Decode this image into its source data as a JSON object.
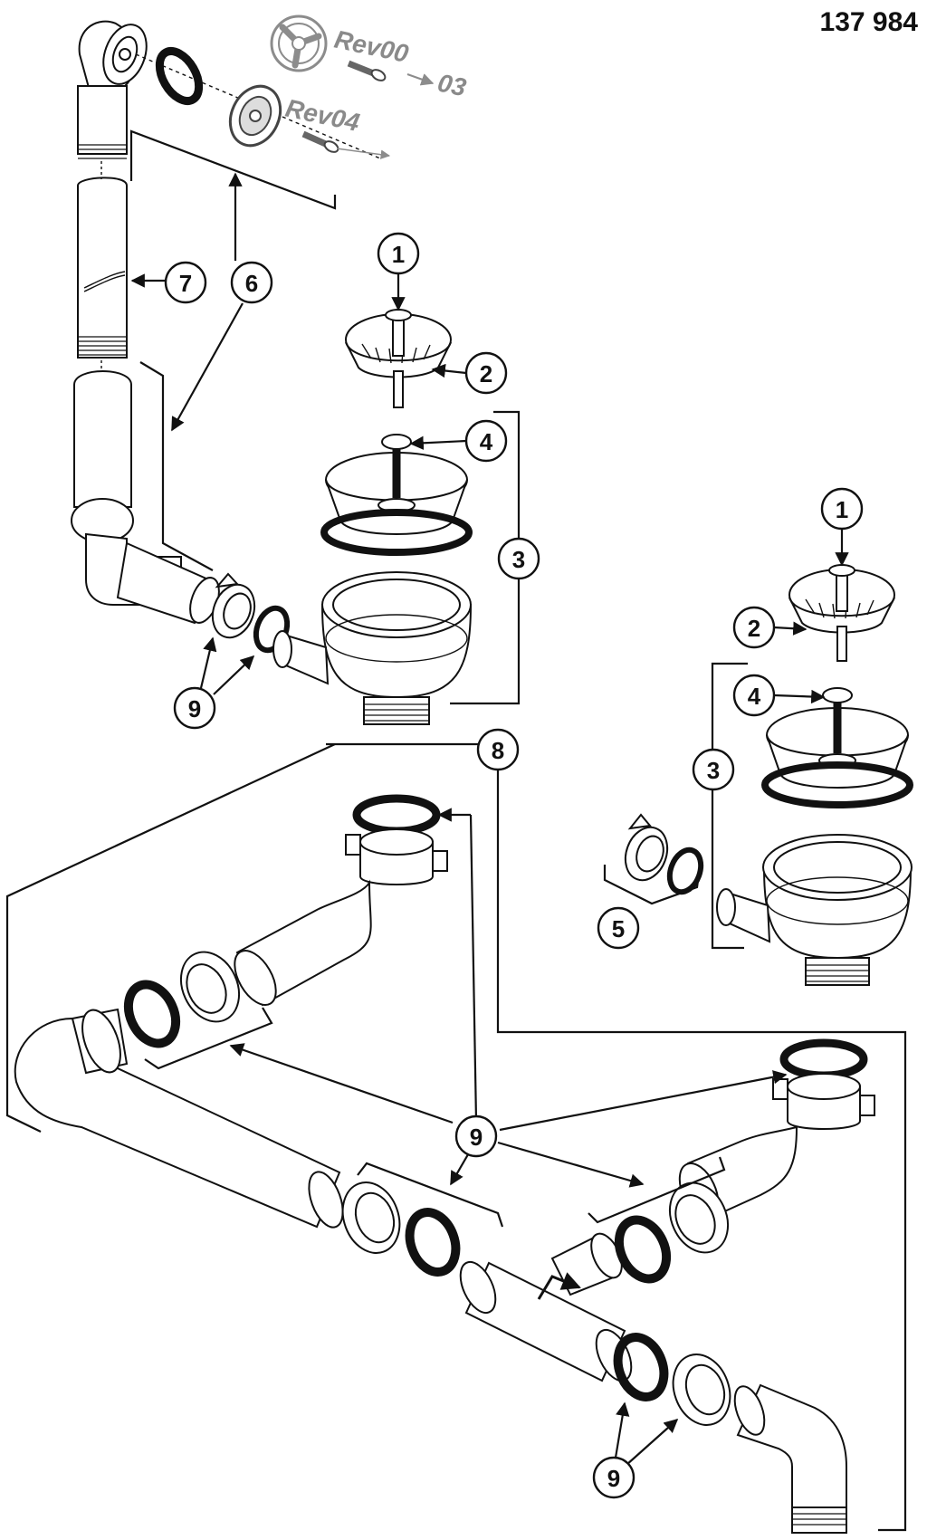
{
  "document_number": "137 984",
  "revision_labels": {
    "rev_old": "Rev00",
    "rev_old_to": "03",
    "rev_new": "Rev04"
  },
  "callouts": {
    "strainer_basket": "1",
    "basket_stem": "2",
    "strainer_assembly": "3",
    "screw": "4",
    "nut_washer_set": "5",
    "overflow_bracket": "6",
    "overflow_tube": "7",
    "drain_kit": "8",
    "nut_washer": "9"
  }
}
